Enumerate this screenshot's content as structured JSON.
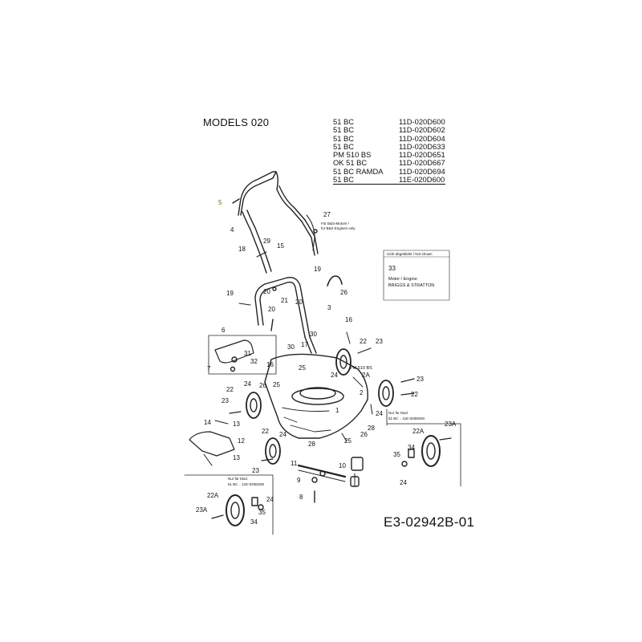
{
  "header": {
    "title": "MODELS 020",
    "models": [
      {
        "model": "51 BC",
        "code": "11D-020D600"
      },
      {
        "model": "51 BC",
        "code": "11D-020D602"
      },
      {
        "model": "51 BC",
        "code": "11D-020D604"
      },
      {
        "model": "51 BC",
        "code": "11D-020D633"
      },
      {
        "model": "PM 510 BS",
        "code": "11D-020D651"
      },
      {
        "model": "OK 51 BC",
        "code": "11D-020D667"
      },
      {
        "model": "51 BC RAMDA",
        "code": "11D-020D694"
      },
      {
        "model": "51 BC",
        "code": "11E-020D600"
      }
    ]
  },
  "diagram_code": "E3-02942B-01",
  "notes": {
    "bs_engines": [
      "Für B&S-Motore /",
      "for B&S Engines only"
    ],
    "not_shown": "nicht abgebildet / Not shown",
    "engine_part_no": "33",
    "engine_label": "Motor / Engine",
    "engine_brand": "BRIGGS & STRATTON",
    "pm_model": "PM 510 BS",
    "only_for_model_right": [
      "Nur für Mod.",
      "51 BC .. 11E-020D600"
    ],
    "only_for_model_left": [
      "Nur für Mod.",
      "51 BC .. 11E-020D600"
    ]
  },
  "part_labels": {
    "p5": "5",
    "p4": "4",
    "p27": "27",
    "p18": "18",
    "p29": "29",
    "p15": "15",
    "p19a": "19",
    "p19b": "19",
    "p26a": "26",
    "p20a": "20",
    "p21": "21",
    "p20b": "20",
    "p20c": "20",
    "p3": "3",
    "p6": "6",
    "p31": "31",
    "p32": "32",
    "p7": "7",
    "p30a": "30",
    "p30b": "30",
    "p17": "17",
    "p16a": "16",
    "p16b": "16",
    "p25a": "25",
    "p25b": "25",
    "p22a": "22",
    "p23a": "23",
    "p24a": "24",
    "p2A": "2A",
    "p26b": "26",
    "p2": "2",
    "p23b": "23",
    "p22b": "22",
    "p24b": "24",
    "p22c": "22",
    "p23c": "23",
    "p1": "1",
    "p24c": "24",
    "p28a": "28",
    "p14": "14",
    "p13a": "13",
    "p12": "12",
    "p13b": "13",
    "p22d": "22",
    "p24d": "24",
    "p28b": "28",
    "p25c": "25",
    "p26c": "26",
    "p11": "11",
    "p10": "10",
    "p23d": "23",
    "p9": "9",
    "p8": "8",
    "p23A_r": "23A",
    "p22A_r": "22A",
    "p34_r": "34",
    "p35_r": "35",
    "p24_r": "24",
    "p22A_l": "22A",
    "p23A_l": "23A",
    "p24_l": "24",
    "p35_l": "35",
    "p34_l": "34"
  }
}
